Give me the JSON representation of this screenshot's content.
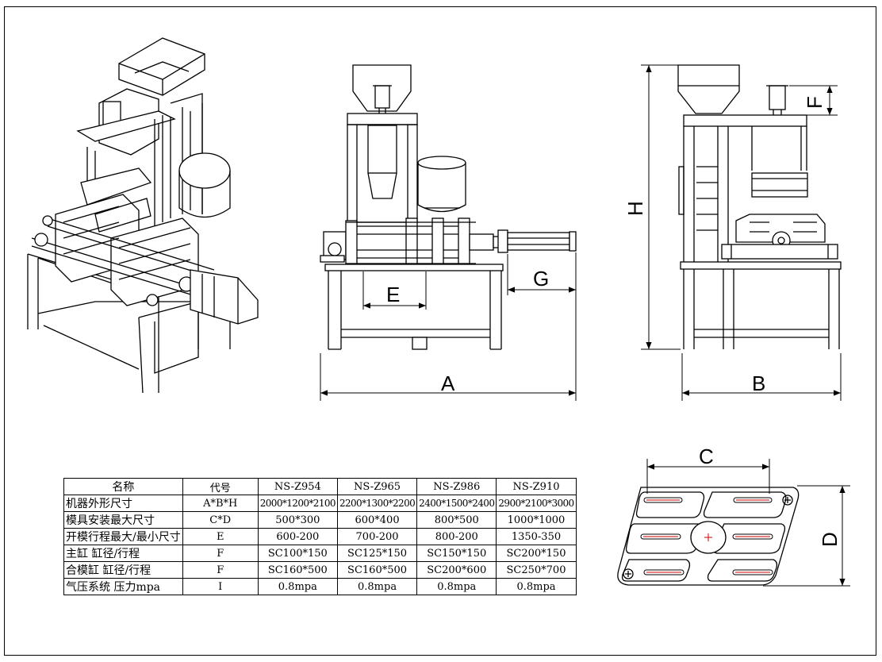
{
  "dimension_labels": {
    "A": "A",
    "B": "B",
    "C": "C",
    "D": "D",
    "E": "E",
    "F": "F",
    "G": "G",
    "H": "H"
  },
  "spec_table": {
    "header": [
      "名称",
      "代号",
      "NS-Z954",
      "NS-Z965",
      "NS-Z986",
      "NS-Z910"
    ],
    "rows": [
      [
        "机器外形尺寸",
        "A*B*H",
        "2000*1200*2100",
        "2200*1300*2200",
        "2400*1500*2400",
        "2900*2100*3000"
      ],
      [
        "模具安装最大尺寸",
        "C*D",
        "500*300",
        "600*400",
        "800*500",
        "1000*1000"
      ],
      [
        "开模行程最大/最小尺寸",
        "E",
        "600-200",
        "700-200",
        "800-200",
        "1350-350"
      ],
      [
        "主缸 缸径/行程",
        "F",
        "SC100*150",
        "SC125*150",
        "SC150*150",
        "SC200*150"
      ],
      [
        "合模缸 缸径/行程",
        "F",
        "SC160*500",
        "SC160*500",
        "SC200*600",
        "SC250*700"
      ],
      [
        "气压系统  压力mpa",
        "I",
        "0.8mpa",
        "0.8mpa",
        "0.8mpa",
        "0.8mpa"
      ]
    ]
  }
}
